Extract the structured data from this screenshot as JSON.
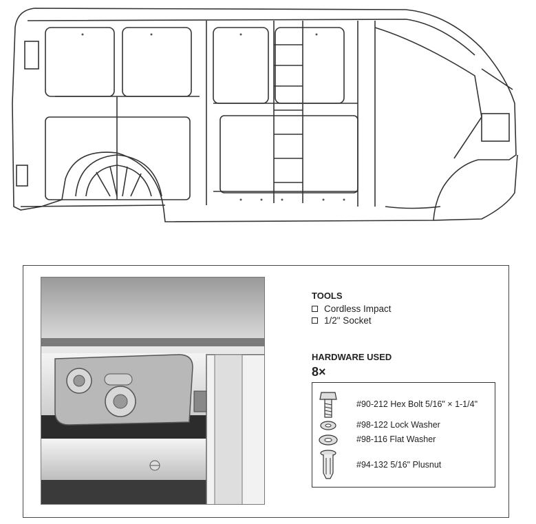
{
  "figure": {
    "top_illustration": "van-side-frame-illustration",
    "detail_photo": "bracket-closeup-photo"
  },
  "tools": {
    "title": "TOOLS",
    "items": [
      "Cordless Impact",
      "1/2\" Socket"
    ]
  },
  "hardware": {
    "title": "HARDWARE USED",
    "quantity": "8×",
    "items": [
      {
        "label": "#90-212 Hex Bolt 5/16\" × 1-1/4\"",
        "icon": "hex-bolt-icon"
      },
      {
        "label": "#98-122 Lock Washer",
        "icon": "lock-washer-icon"
      },
      {
        "label": "#98-116 Flat Washer",
        "icon": "flat-washer-icon"
      },
      {
        "label": "#94-132 5/16\" Plusnut",
        "icon": "plusnut-icon"
      }
    ]
  }
}
